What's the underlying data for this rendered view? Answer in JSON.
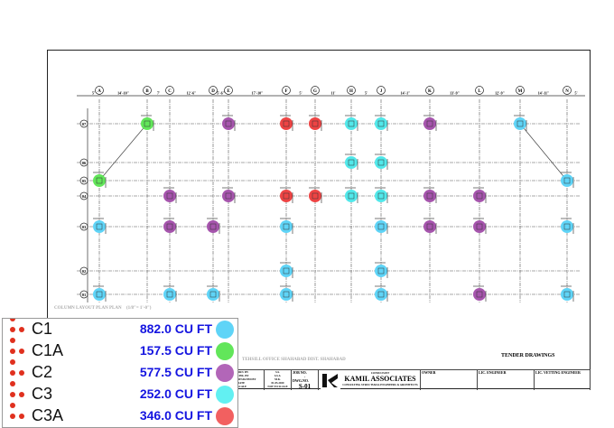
{
  "drawing": {
    "columns": [
      "A",
      "B",
      "C",
      "D",
      "E",
      "F",
      "G",
      "H",
      "J",
      "K",
      "L",
      "M",
      "N"
    ],
    "rows": [
      "07",
      "06",
      "05",
      "04",
      "03",
      "02",
      "01"
    ],
    "dimensions": [
      "5'",
      "14'-10\"",
      "7'",
      "12'-6\"",
      "5'-6\"",
      "17'-10\"",
      "5'",
      "11'",
      "5'",
      "14'-1\"",
      "13'-9\"",
      "12'-9\"",
      "14'-11\"",
      "5'"
    ],
    "columns_placed": [
      {
        "col": "B",
        "row": "07",
        "type": "C1A"
      },
      {
        "col": "E",
        "row": "07",
        "type": "C2"
      },
      {
        "col": "F",
        "row": "07",
        "type": "C3A"
      },
      {
        "col": "G",
        "row": "07",
        "type": "C3A"
      },
      {
        "col": "H",
        "row": "07",
        "type": "C3"
      },
      {
        "col": "J",
        "row": "07",
        "type": "C3"
      },
      {
        "col": "K",
        "row": "07",
        "type": "C2"
      },
      {
        "col": "M",
        "row": "07",
        "type": "C1"
      },
      {
        "col": "H",
        "row": "06",
        "type": "C3"
      },
      {
        "col": "J",
        "row": "06",
        "type": "C3"
      },
      {
        "col": "A",
        "row": "05",
        "type": "C1A"
      },
      {
        "col": "N",
        "row": "05",
        "type": "C1"
      },
      {
        "col": "C",
        "row": "04",
        "type": "C2"
      },
      {
        "col": "E",
        "row": "04",
        "type": "C2"
      },
      {
        "col": "F",
        "row": "04",
        "type": "C3A"
      },
      {
        "col": "G",
        "row": "04",
        "type": "C3A"
      },
      {
        "col": "H",
        "row": "04",
        "type": "C3"
      },
      {
        "col": "J",
        "row": "04",
        "type": "C3"
      },
      {
        "col": "K",
        "row": "04",
        "type": "C2"
      },
      {
        "col": "L",
        "row": "04",
        "type": "C2"
      },
      {
        "col": "A",
        "row": "03",
        "type": "C1"
      },
      {
        "col": "C",
        "row": "03",
        "type": "C2"
      },
      {
        "col": "D",
        "row": "03",
        "type": "C2"
      },
      {
        "col": "F",
        "row": "03",
        "type": "C1"
      },
      {
        "col": "J",
        "row": "03",
        "type": "C1"
      },
      {
        "col": "K",
        "row": "03",
        "type": "C2"
      },
      {
        "col": "L",
        "row": "03",
        "type": "C2"
      },
      {
        "col": "N",
        "row": "03",
        "type": "C1"
      },
      {
        "col": "F",
        "row": "02",
        "type": "C1"
      },
      {
        "col": "J",
        "row": "02",
        "type": "C1"
      },
      {
        "col": "A",
        "row": "01",
        "type": "C1"
      },
      {
        "col": "C",
        "row": "01",
        "type": "C1"
      },
      {
        "col": "D",
        "row": "01",
        "type": "C1"
      },
      {
        "col": "F",
        "row": "01",
        "type": "C1"
      },
      {
        "col": "J",
        "row": "01",
        "type": "C1"
      },
      {
        "col": "L",
        "row": "01",
        "type": "C2"
      },
      {
        "col": "N",
        "row": "01",
        "type": "C1"
      }
    ],
    "tender_label": "TENDER DRAWINGS",
    "plan_title": "COLUMN LAYOUT PLAN PLAN",
    "plan_scale": "(1/8\"= 1'-0\")",
    "project": "TEHSILL OFFICE SHAHABAD DIST. SHAHABAD"
  },
  "title_block": {
    "labels": [
      "DRN. BY",
      "CHK. BY",
      "DESIGNED BY",
      "DATE",
      "SCALE"
    ],
    "values": [
      "S.S.",
      "S.S.S.",
      "M.K.",
      "01-05-2020",
      "NOT TO SCALE"
    ],
    "job_no_label": "JOB NO.",
    "job_no": "-",
    "drawing_no_label": "DWG.NO.",
    "drawing_no": "S-01",
    "consultant_label": "CONSULTANT",
    "firm_name": "KAMIL ASSOCIATES",
    "firm_sub": "CONSULTING STRUCTURAL ENGINEERS & ARCHITECTS",
    "owner_label": "OWNER",
    "engineer_label": "LIC. ENGINEER",
    "vetting_label": "LIC. VETTING ENGINEER"
  },
  "legend": {
    "items": [
      {
        "name": "C1",
        "volume": "882.0 CU FT",
        "color": "#5fd4f7"
      },
      {
        "name": "C1A",
        "volume": "157.5 CU FT",
        "color": "#62e65a"
      },
      {
        "name": "C2",
        "volume": "577.5 CU FT",
        "color": "#b266b8"
      },
      {
        "name": "C3",
        "volume": "252.0 CU FT",
        "color": "#62f0f2"
      },
      {
        "name": "C3A",
        "volume": "346.0 CU FT",
        "color": "#f26060"
      }
    ]
  },
  "colors": {
    "C1": "#5fd4f7",
    "C1A": "#62e65a",
    "C2": "#a655ad",
    "C3": "#52e8ea",
    "C3A": "#ee4444"
  }
}
